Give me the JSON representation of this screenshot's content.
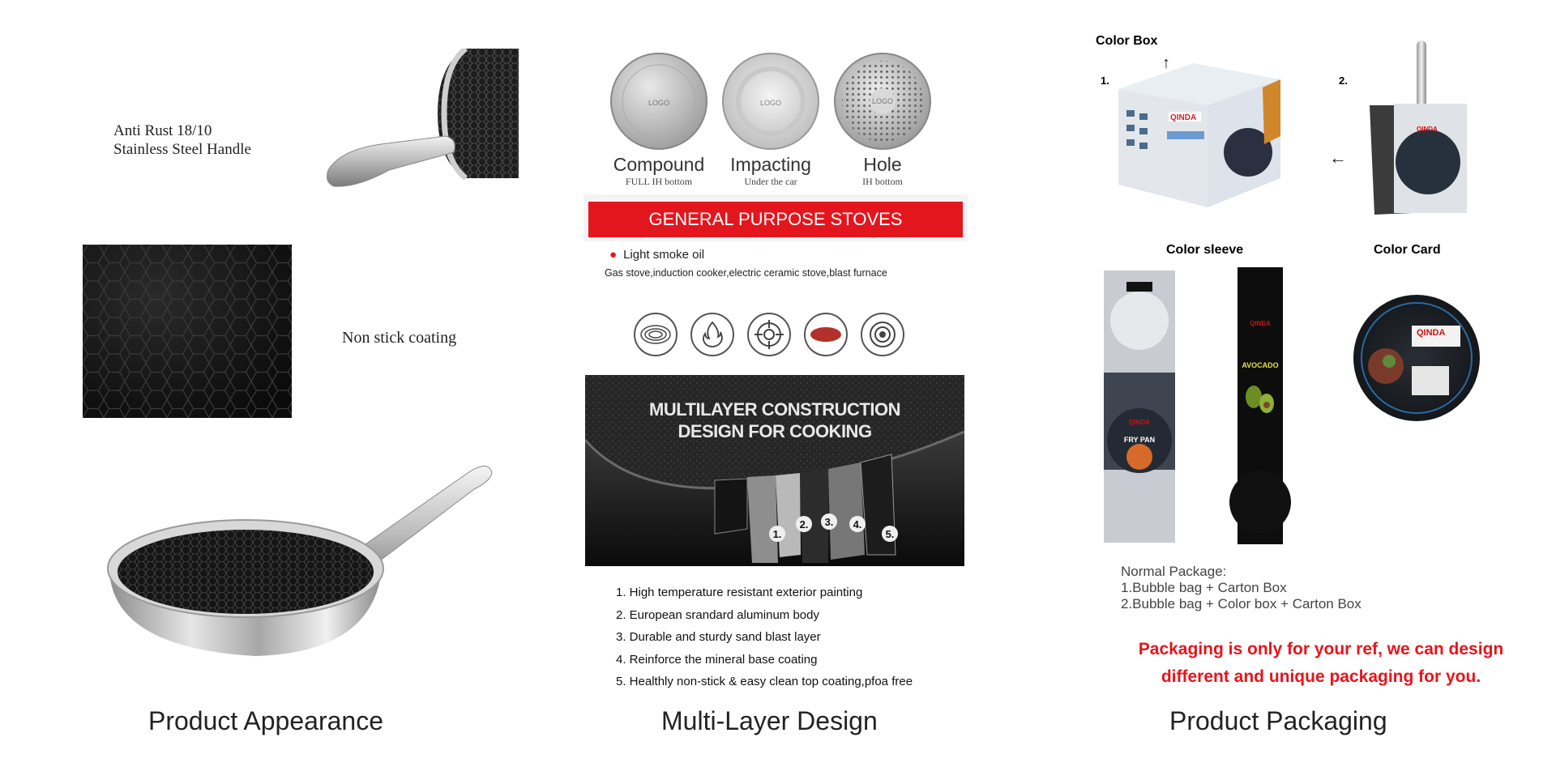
{
  "appearance": {
    "handle_text_line1": "Anti Rust 18/10",
    "handle_text_line2": "Stainless Steel Handle",
    "nonstick_text": "Non stick coating",
    "caption": "Product Appearance"
  },
  "design": {
    "bottoms": [
      {
        "title": "Compound",
        "subtitle": "FULL IH bottom",
        "logo": "LOGO"
      },
      {
        "title": "Impacting",
        "subtitle": "Under the car",
        "logo": "LOGO"
      },
      {
        "title": "Hole",
        "subtitle": "IH bottom",
        "logo": "LOGO"
      }
    ],
    "banner": "GENERAL PURPOSE STOVES",
    "smoke": "Light smoke oil",
    "stove_types": "Gas stove,induction cooker,electric ceramic stove,blast furnace",
    "stove_icons": [
      "induction-coil-icon",
      "flame-icon",
      "gas-burner-icon",
      "ceramic-plate-icon",
      "blast-furnace-icon"
    ],
    "layer_title_line1": "MULTILAYER CONSTRUCTION",
    "layer_title_line2": "DESIGN FOR COOKING",
    "layer_numbers": [
      "1.",
      "2.",
      "3.",
      "4.",
      "5."
    ],
    "features": [
      "1. High temperature resistant exterior painting",
      "2. European srandard aluminum body",
      "3. Durable and sturdy sand blast layer",
      "4. Reinforce the mineral base coating",
      "5. Healthly non-stick & easy clean top coating,pfoa free"
    ],
    "caption": "Multi-Layer Design"
  },
  "packaging": {
    "color_box_label": "Color Box",
    "num1": "1.",
    "num2": "2.",
    "brand": "QINDA",
    "color_sleeve_label": "Color sleeve",
    "color_card_label": "Color Card",
    "sleeve_text1": "FRY PAN",
    "sleeve_text2": "AVOCADO",
    "normal_title": "Normal Package:",
    "normal_line1": "1.Bubble bag + Carton Box",
    "normal_line2": "2.Bubble bag + Color box + Carton Box",
    "note_line1": "Packaging is only for your ref, we can design",
    "note_line2": "different and unique packaging for you.",
    "caption": "Product Packaging"
  },
  "colors": {
    "accent_red": "#e4161d",
    "dark": "#1a1a1a"
  }
}
